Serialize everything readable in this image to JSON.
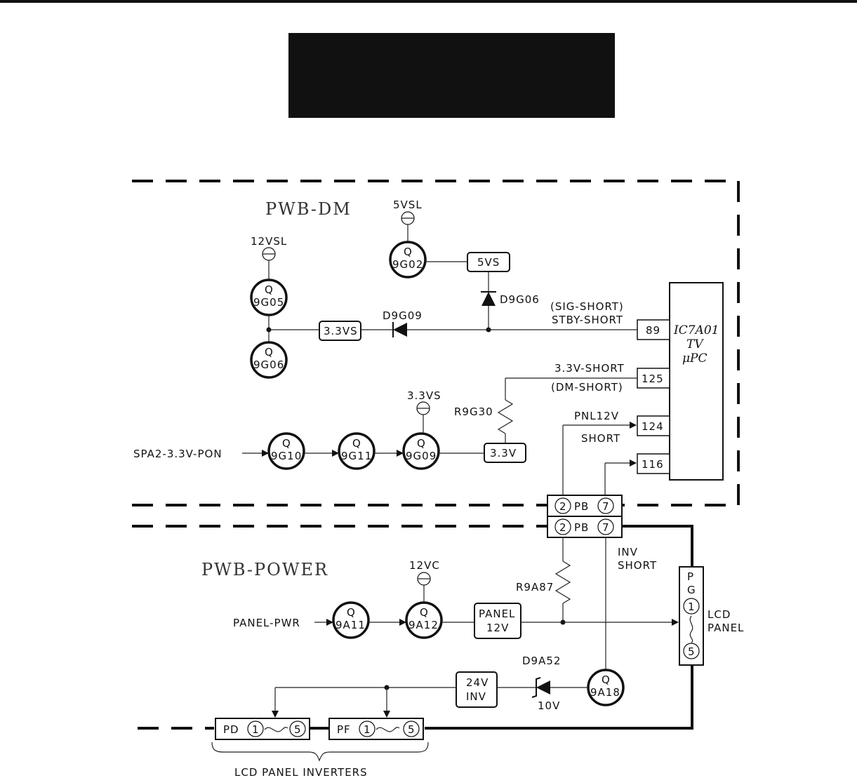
{
  "boards": {
    "dm": "PWB-DM",
    "power": "PWB-POWER"
  },
  "ic": {
    "line1": "IC7A01",
    "line2": "TV",
    "line3": "μPC"
  },
  "pins": {
    "p89": "89",
    "p125": "125",
    "p124": "124",
    "p116": "116"
  },
  "transistors": {
    "q9g05": "9G05",
    "q9g06": "9G06",
    "q9g02": "9G02",
    "q9g10": "9G10",
    "q9g11": "9G11",
    "q9g09": "9G09",
    "q9a11": "9A11",
    "q9a12": "9A12",
    "q9a18": "9A18",
    "q_letter": "Q"
  },
  "supplies": {
    "v12vsl": "12VSL",
    "v5vsl": "5VSL",
    "v33vs_top": "3.3VS",
    "v12vc": "12VC"
  },
  "boxes": {
    "b5vs": "5VS",
    "b33vs": "3.3VS",
    "b33v": "3.3V",
    "panel12v_1": "PANEL",
    "panel12v_2": "12V",
    "inv24_1": "24V",
    "inv24_2": "INV"
  },
  "components": {
    "d9g06": "D9G06",
    "d9g09": "D9G09",
    "r9g30": "R9G30",
    "r9a87": "R9A87",
    "d9a52": "D9A52",
    "zener_v": "10V"
  },
  "signals": {
    "sig_short": "(SIG-SHORT)",
    "stby_short": "STBY-SHORT",
    "v33_short": "3.3V-SHORT",
    "dm_short": "(DM-SHORT)",
    "pnl12v": "PNL12V",
    "short": "SHORT",
    "inv": "INV",
    "inv_short": "SHORT",
    "spa2": "SPA2-3.3V-PON",
    "panel_pwr": "PANEL-PWR",
    "lcd1": "LCD",
    "lcd2": "PANEL",
    "inverters": "LCD PANEL INVERTERS"
  },
  "connectors": {
    "pb": "PB",
    "pb_left": "2",
    "pb_right": "7",
    "pg1": "P",
    "pg2": "G",
    "pg_a": "1",
    "pg_b": "5",
    "pd": "PD",
    "pf": "PF",
    "inv_a": "1",
    "inv_b": "5"
  }
}
